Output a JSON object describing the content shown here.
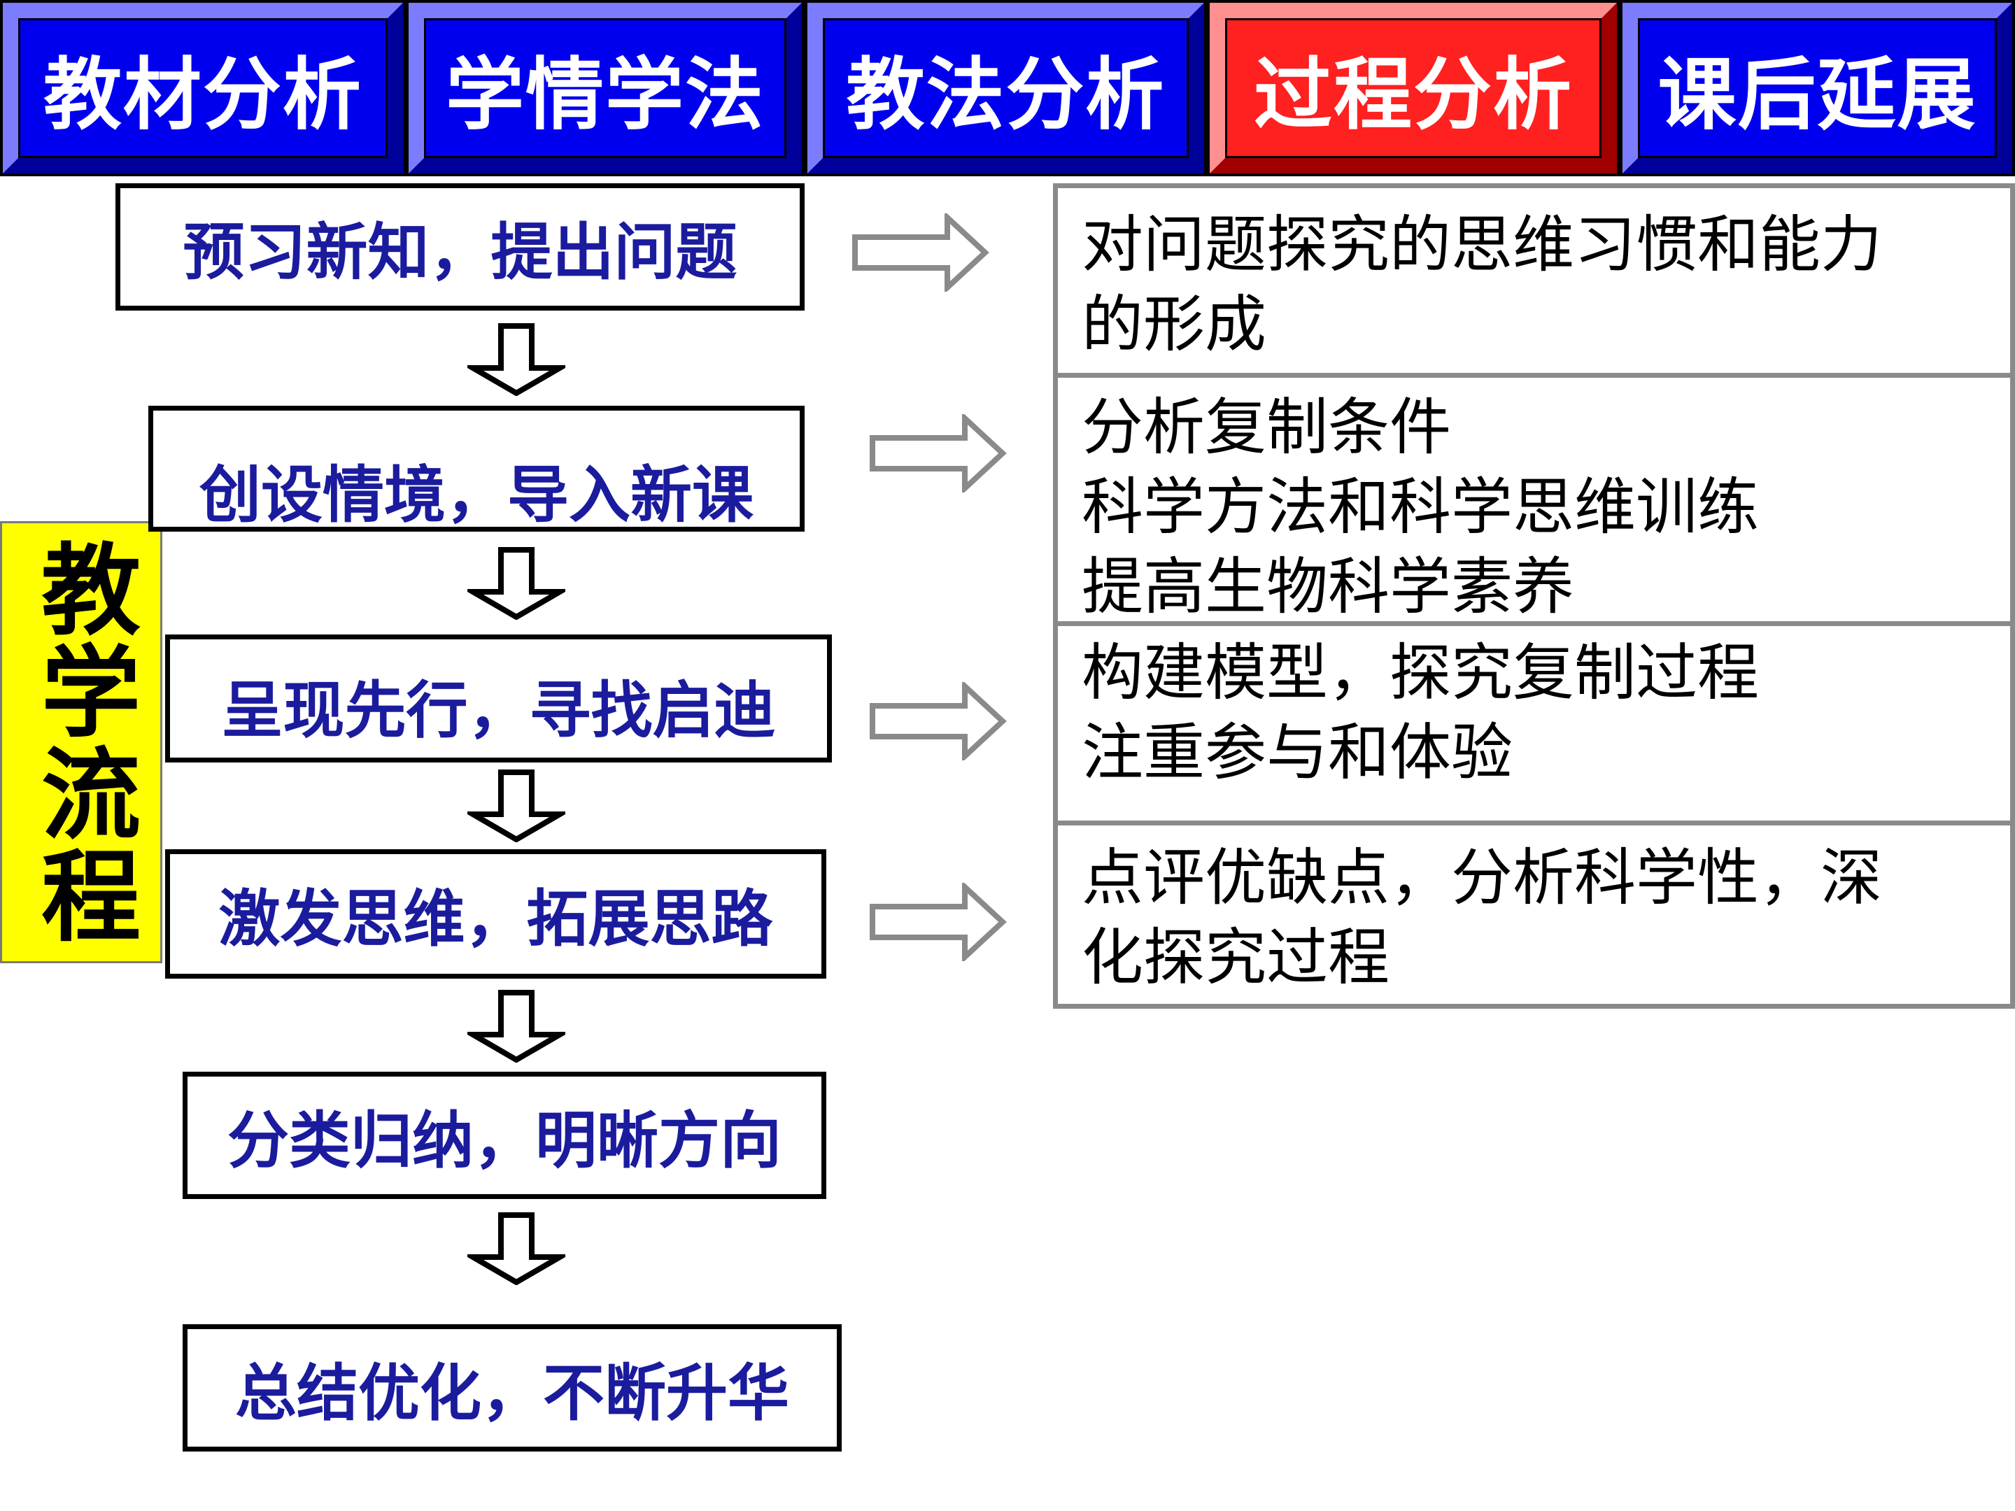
{
  "nav": {
    "tabs": [
      {
        "label": "教材分析",
        "active": false
      },
      {
        "label": "学情学法",
        "active": false
      },
      {
        "label": "教法分析",
        "active": false
      },
      {
        "label": "过程分析",
        "active": true
      },
      {
        "label": "课后延展",
        "active": false
      }
    ]
  },
  "side_label": "教学流程",
  "flow": {
    "steps": [
      "预习新知，提出问题",
      "创设情境，导入新课",
      "呈现先行，寻找启迪",
      "激发思维，拓展思路",
      "分类归纳，明晰方向",
      "总结优化，不断升华"
    ]
  },
  "descriptions": [
    {
      "lines": [
        "对问题探究的思维习惯和能力",
        "的形成"
      ]
    },
    {
      "lines": [
        "分析复制条件",
        "科学方法和科学思维训练",
        "提高生物科学素养"
      ]
    },
    {
      "lines": [
        "构建模型，探究复制过程",
        "注重参与和体验"
      ]
    },
    {
      "lines": [
        "点评优缺点，分析科学性，深",
        "化探究过程"
      ]
    }
  ],
  "colors": {
    "tab_blue": "#0000ee",
    "tab_active_red": "#ff2020",
    "step_text_navy": "#1b1b9e",
    "side_label_yellow": "#ffff00"
  }
}
